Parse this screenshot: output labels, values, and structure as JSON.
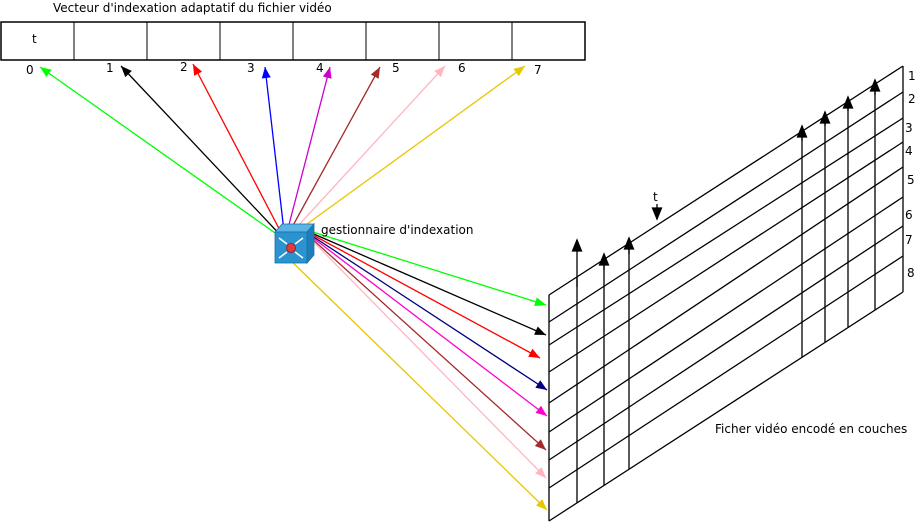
{
  "vector": {
    "title": "Vecteur d'indexation adaptatif du fichier vidéo",
    "first_cell_label": "t",
    "indices": [
      "0",
      "1",
      "2",
      "3",
      "4",
      "5",
      "6",
      "7"
    ]
  },
  "manager": {
    "label": "gestionnaire d'indexation",
    "icon": "network-switch-icon"
  },
  "video_file": {
    "label": "Ficher vidéo encodé en couches",
    "time_label": "t",
    "layers": [
      "1",
      "2",
      "3",
      "4",
      "5",
      "6",
      "7",
      "8"
    ]
  },
  "arrow_colors": [
    "#00ff00",
    "#000000",
    "#ff0000",
    "#0000ff",
    "#cc00cc",
    "#a52a2a",
    "#ffb6c1",
    "#e6c700"
  ],
  "right_arrow_colors": [
    "#00ff00",
    "#000000",
    "#ff0000",
    "#000080",
    "#ff00cc",
    "#a52a2a",
    "#ffb6c1",
    "#e6c700"
  ]
}
